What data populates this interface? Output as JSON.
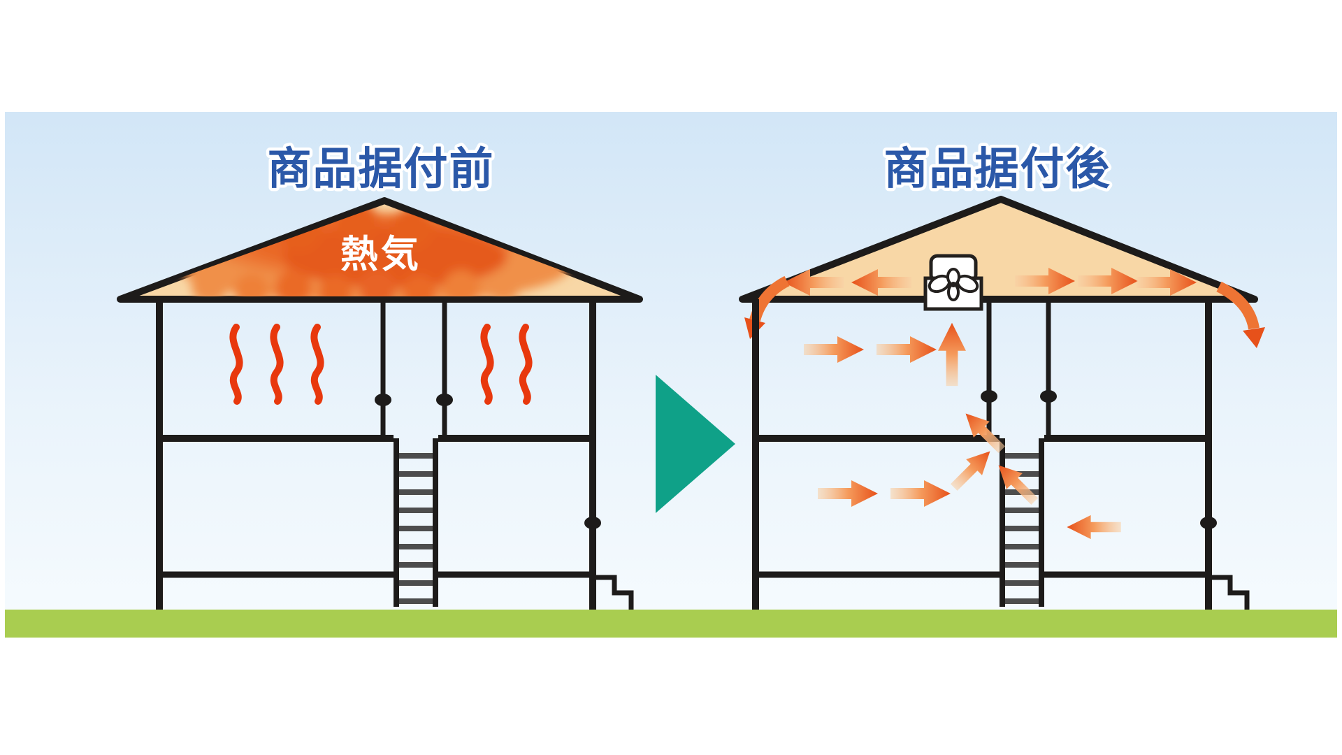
{
  "diagram": {
    "before": {
      "title": "商品据付前",
      "heat_label": "熱気"
    },
    "after": {
      "title": "商品据付後"
    },
    "colors": {
      "title_blue": "#2b58a8",
      "sky_top": "#d2e6f7",
      "sky_bottom": "#f4fafe",
      "ground_green": "#a9cd50",
      "roof_fill": "#f8d7a6",
      "outline_black": "#1d1b1a",
      "heat_cloud_orange": "#e65f1f",
      "heat_wave_red": "#e8380d",
      "airflow_orange": "#e7511a",
      "transition_teal": "#0fa188"
    }
  }
}
